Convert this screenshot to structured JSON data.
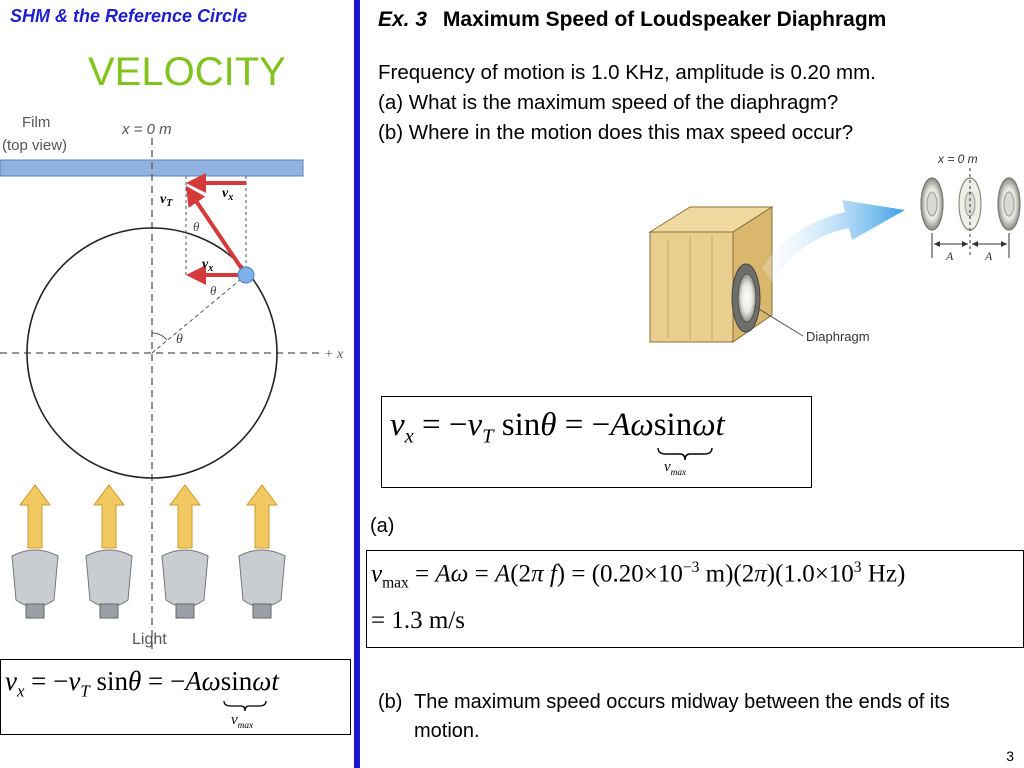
{
  "left": {
    "topic": "SHM & the Reference Circle",
    "title": "VELOCITY",
    "figure": {
      "film_label_1": "Film",
      "film_label_2": "(top view)",
      "x_zero_label": "x = 0 m",
      "axis_label": "+ x",
      "vT_label": "v",
      "vT_sub": "T",
      "vx_label": "v",
      "vx_sub": "x",
      "theta": "θ",
      "light_label": "Light"
    },
    "equation": {
      "text": "v_x = -v_T sinθ = -Aω sin ωt",
      "brace_label": "v_max"
    }
  },
  "right": {
    "example_number": "Ex. 3",
    "example_title": "Maximum Speed of Loudspeaker Diaphragm",
    "problem_lines": [
      "Frequency of motion is 1.0 KHz, amplitude is 0.20 mm.",
      "(a) What is the maximum speed of the diaphragm?",
      "(b) Where in the motion does this max speed occur?"
    ],
    "speaker_figure": {
      "x_zero_label": "x = 0 m",
      "amp_label_left": "A",
      "amp_label_right": "A",
      "diaphragm_label": "Diaphragm"
    },
    "equation": {
      "text": "v_x = -v_T sinθ = -Aω sin ωt",
      "brace_label": "v_max"
    },
    "part_a_label": "(a)",
    "solution_a": {
      "line1": "v_max = Aω = A(2πf) = (0.20×10^-3 m)(2π)(1.0×10^3 Hz)",
      "line2": "= 1.3 m/s"
    },
    "answer_b": "(b) The maximum speed occurs midway between the ends of its motion."
  },
  "page_number": "3",
  "colors": {
    "topic": "#1f1fcc",
    "title": "#7fc31c",
    "divider": "#1a1acc",
    "film": "#8fb2e0",
    "vector": "#d43a3a",
    "light_arrow": "#f2c860",
    "ball": "#7fb1e8",
    "speaker_arrow": "#3a9ee6",
    "wood": "#e9cf8f"
  }
}
